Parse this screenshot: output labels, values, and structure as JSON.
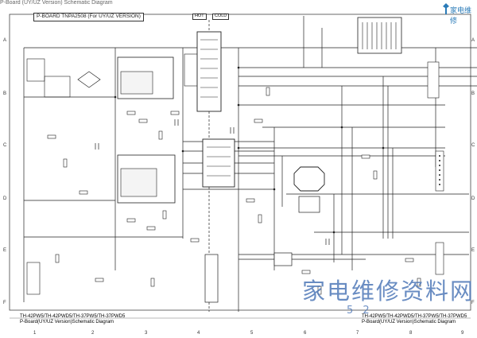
{
  "document": {
    "top_title": "P-Board (UY/UZ Version) Schematic Diagram",
    "board_title": "P-BOARD   TNPA2508 (For UY/UZ VERSION)",
    "hot_label": "HOT",
    "cold_label": "COLD",
    "footer_left_line1": "TH-42PW5/TH-42PWD5/TH-37PW5/TH-37PWD5",
    "footer_left_line2": "P-Board(UY/UZ Version)Schematic Diagram",
    "footer_right_line1": "TH-42PW5/TH-42PWD5/TH-37PW5/TH-37PWD5",
    "footer_right_line2": "P-Board(UY/UZ Version)Schematic Diagram",
    "row_labels": [
      "A",
      "B",
      "C",
      "D",
      "E",
      "F"
    ],
    "column_labels": [
      "1",
      "2",
      "3",
      "4",
      "5",
      "6",
      "7",
      "8",
      "9"
    ]
  },
  "branding": {
    "logo_text": "家电维修",
    "watermark_text": "家电维修资料网",
    "watermark_sub": "5 2",
    "accent_color": "#4f79b8"
  }
}
